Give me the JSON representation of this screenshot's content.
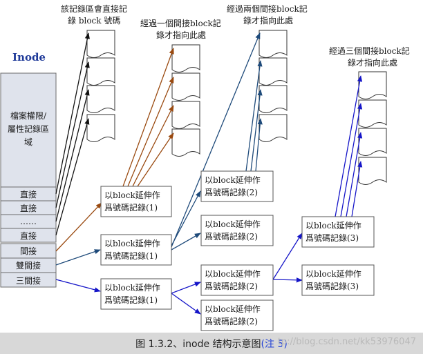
{
  "inode": {
    "title": "Inode",
    "attr_lines": [
      "檔案權限/",
      "屬性記錄區",
      "域"
    ],
    "cells": [
      "直接",
      "直接",
      "……",
      "直接",
      "間接",
      "雙間接",
      "三間接"
    ]
  },
  "labels": {
    "direct": [
      "該記錄區會直接記",
      "錄 block 號碼"
    ],
    "single": [
      "經過一個間接block記",
      "錄才指向此處"
    ],
    "double": [
      "經過兩個間接block記",
      "錄才指向此處"
    ],
    "triple": [
      "經過三個間接block記",
      "錄才指向此處"
    ]
  },
  "boxes": {
    "l1_single": [
      "以block延伸作",
      "爲號碼記錄(1)"
    ],
    "l1_double": [
      "以block延伸作",
      "爲號碼記錄(1)"
    ],
    "l1_triple": [
      "以block延伸作",
      "爲號碼記錄(1)"
    ],
    "l2_double_a": [
      "以block延伸作",
      "爲號碼記錄(2)"
    ],
    "l2_double_b": [
      "以block延伸作",
      "爲號碼記錄(2)"
    ],
    "l2_triple_a": [
      "以block延伸作",
      "爲號碼記錄(2)"
    ],
    "l2_triple_b": [
      "以block延伸作",
      "爲號碼記錄(2)"
    ],
    "l3_triple_a": [
      "以block延伸作",
      "爲號碼記錄(3)"
    ],
    "l3_triple_b": [
      "以block延伸作",
      "爲號碼記錄(3)"
    ]
  },
  "caption": {
    "main": "图 1.3.2、inode 结构示意图",
    "note": "(注 5)"
  },
  "watermark": "tp://blog.csdn.net/kk53976047",
  "colors": {
    "direct": "#111111",
    "single": "#9a4a10",
    "double": "#1e4a7a",
    "triple": "#1515c8",
    "inode_fill": "#dfe3ec"
  }
}
